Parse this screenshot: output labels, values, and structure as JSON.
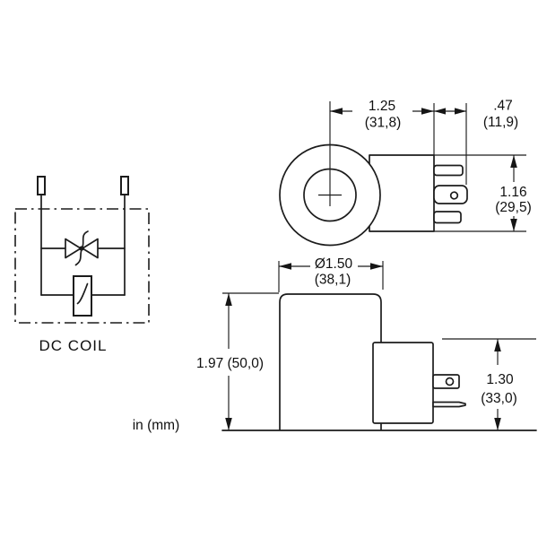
{
  "drawing": {
    "units_note": "in (mm)",
    "schematic": {
      "label": "DC COIL"
    },
    "front_view": {
      "dim_center_to_face": {
        "in": "1.25",
        "mm": "(31,8)"
      },
      "dim_spade_length": {
        "in": ".47",
        "mm": "(11,9)"
      },
      "dim_connector_height": {
        "in": "1.16",
        "mm": "(29,5)"
      }
    },
    "side_view": {
      "dim_diameter": {
        "in": "Ø1.50",
        "mm": "(38,1)"
      },
      "dim_overall_height": {
        "in_mm": "1.97 (50,0)"
      },
      "dim_connector_height": {
        "in": "1.30",
        "mm": "(33,0)"
      }
    }
  }
}
